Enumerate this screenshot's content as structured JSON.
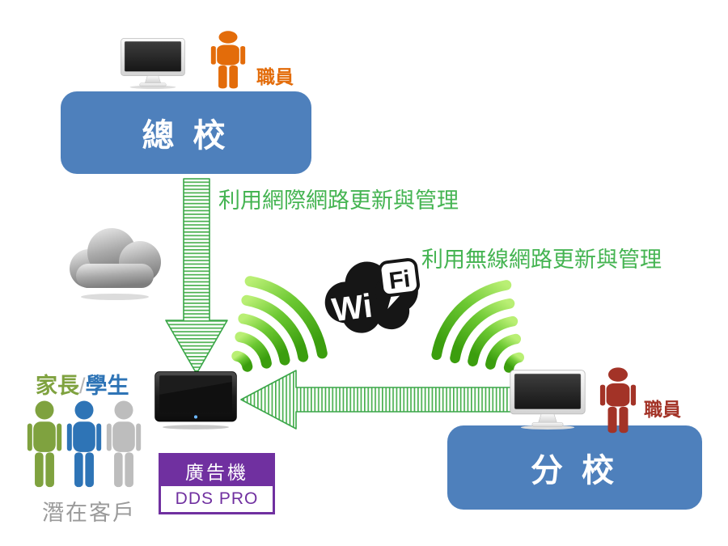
{
  "headquarters": {
    "name": "總 校",
    "staff": "職員"
  },
  "branch": {
    "name": "分 校",
    "staff": "職員"
  },
  "annotations": {
    "internet": "利用網際網路更新與管理",
    "wireless": "利用無線網路更新與管理"
  },
  "wifi": {
    "wi": "Wi",
    "fi": "Fi"
  },
  "audience": {
    "parents": "家長",
    "slash": "/",
    "students": "學生",
    "caption": "潛在客戶"
  },
  "signage": {
    "title": "廣告機",
    "brand": "DDS PRO"
  },
  "colors": {
    "box_blue": "#4E80BC",
    "note_green": "#45B452",
    "hq_staff_orange": "#E36C0A",
    "branch_staff_red": "#A33327",
    "signage_purple": "#7030A0",
    "parents_green": "#7FA23F",
    "students_blue": "#2E74B6",
    "potential_customer_gray": "#9A9A9A",
    "arrow_stripe_green": "#4AB04F",
    "wifi_arc_green": "#4FB41B"
  }
}
